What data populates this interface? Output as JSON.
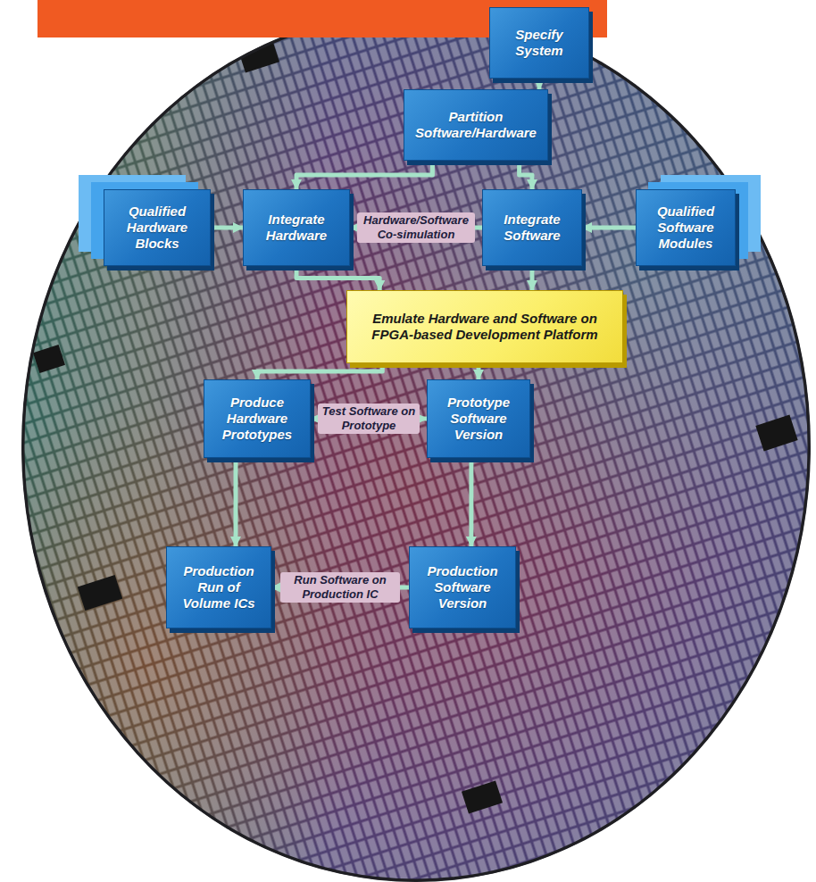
{
  "diagram": {
    "nodes": [
      {
        "text": [
          "Specify System"
        ]
      },
      {
        "text": [
          "Partition Software/Hardware"
        ]
      },
      {
        "text": [
          "Qualified Hardware Blocks"
        ]
      },
      {
        "text": [
          "Integrate Hardware"
        ]
      },
      {
        "text": [
          "Integrate Software"
        ]
      },
      {
        "text": [
          "Qualified Software Modules"
        ]
      },
      {
        "text": [
          "Emulate Hardware and Software on FPGA-based Development Platform"
        ]
      },
      {
        "text": [
          "Produce Hardware Prototypes"
        ]
      },
      {
        "text": [
          "Prototype Software Version"
        ]
      },
      {
        "text": [
          "Production Run of Volume ICs"
        ]
      },
      {
        "text": [
          "Production Software Version"
        ]
      }
    ],
    "edges": [
      {
        "from": 0,
        "to": 1,
        "arrow": "to"
      },
      {
        "from": 1,
        "to": 3,
        "arrow": "to"
      },
      {
        "from": 1,
        "to": 4,
        "arrow": "to"
      },
      {
        "from": 2,
        "to": 3,
        "arrow": "to"
      },
      {
        "from": 5,
        "to": 4,
        "arrow": "to"
      },
      {
        "from": 4,
        "to": 3,
        "label": "Hardware/Software Co-simulation",
        "arrow": "to"
      },
      {
        "from": 3,
        "to": 6,
        "arrow": "to"
      },
      {
        "from": 4,
        "to": 6,
        "arrow": "to"
      },
      {
        "from": 6,
        "to": 7,
        "arrow": "to"
      },
      {
        "from": 6,
        "to": 8,
        "arrow": "to"
      },
      {
        "from": 7,
        "to": 8,
        "label": "Test Software on Prototype",
        "arrow": "both"
      },
      {
        "from": 7,
        "to": 9,
        "arrow": "to"
      },
      {
        "from": 8,
        "to": 10,
        "arrow": "to"
      },
      {
        "from": 10,
        "to": 9,
        "label": "Run Software on Production IC",
        "arrow": "to"
      }
    ]
  }
}
